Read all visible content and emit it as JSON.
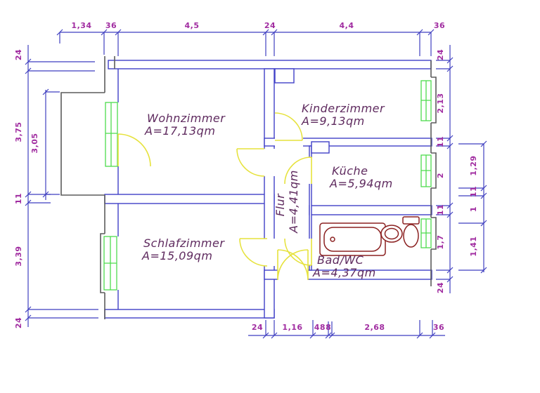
{
  "drawing": {
    "type": "apartment floor plan",
    "rooms": {
      "wohnzimmer": {
        "name": "Wohnzimmer",
        "area": "A=17,13qm"
      },
      "kinderzimmer": {
        "name": "Kinderzimmer",
        "area": "A=9,13qm"
      },
      "kueche": {
        "name": "Küche",
        "area": "A=5,94qm"
      },
      "schlafzimmer": {
        "name": "Schlafzimmer",
        "area": "A=15,09qm"
      },
      "flur": {
        "name": "Flur",
        "area": "A=4,41qm"
      },
      "bad": {
        "name": "Bad/WC",
        "area": "A=4,37qm"
      }
    },
    "dims": {
      "top": [
        "1,34",
        "36",
        "4,5",
        "24",
        "4,4",
        "36"
      ],
      "bottom": [
        "24",
        "1,16",
        "488",
        "2,68",
        "36"
      ],
      "left_outer": [
        "24",
        "3,75",
        "11",
        "3,39",
        "24"
      ],
      "left_inner": [
        "3,05"
      ],
      "right_inner": [
        "24",
        "2,13",
        "11",
        "2",
        "11",
        "1,7",
        "24"
      ],
      "right_outer": [
        "1,29",
        "11",
        "1",
        "1,41"
      ]
    },
    "fixtures": [
      "bathtub",
      "sink",
      "toilet"
    ],
    "colors": {
      "wall": "#4040c8",
      "outer_wall": "#5c5c5c",
      "window": "#4ddc4d",
      "door": "#e6e23c",
      "fixture": "#8b2121",
      "dimension": "#3f3fc0",
      "dimension_text": "#a12da1",
      "room_text": "#5f2b5f"
    }
  }
}
